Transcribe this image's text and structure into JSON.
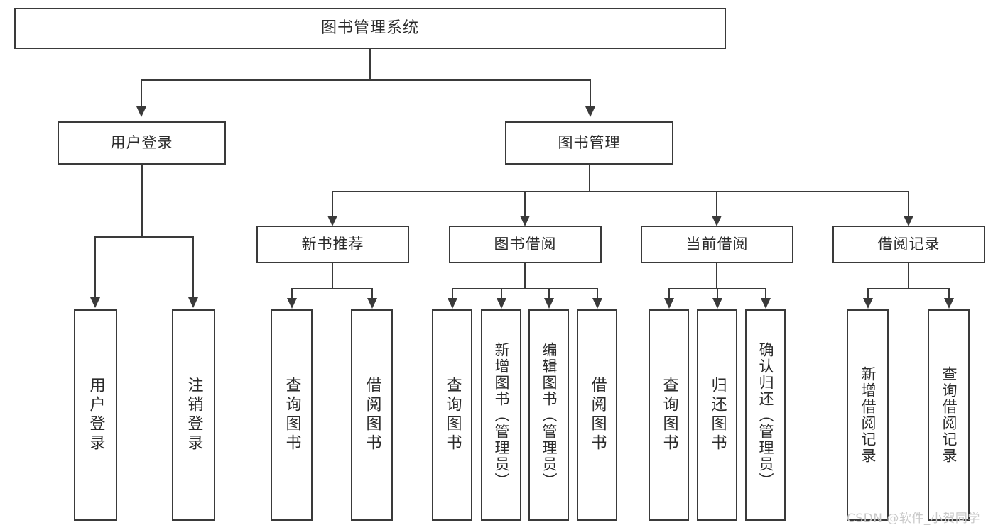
{
  "diagram": {
    "type": "tree",
    "title": "图书管理系统",
    "watermark": "CSDN @软件_小贺同学",
    "colors": {
      "stroke": "#3a3a3a",
      "fill": "#ffffff",
      "text": "#2b2b2b",
      "watermark": "#c9c9c9"
    },
    "nodes": {
      "root": "图书管理系统",
      "level1": {
        "user_login": "用户登录",
        "book_manage": "图书管理"
      },
      "level2": {
        "new_book_recommend": "新书推荐",
        "book_borrow": "图书借阅",
        "current_borrow": "当前借阅",
        "borrow_record": "借阅记录"
      },
      "leaves": {
        "user_login_1": "用户登录",
        "user_login_2": "注销登录",
        "recommend_1": "查询图书",
        "recommend_2": "借阅图书",
        "borrow_1": "查询图书",
        "borrow_2": "新增图书（管理员）",
        "borrow_3": "编辑图书（管理员）",
        "borrow_4": "借阅图书",
        "current_1": "查询图书",
        "current_2": "归还图书",
        "current_3": "确认归还（管理员）",
        "record_1": "新增借阅记录",
        "record_2": "查询借阅记录"
      }
    }
  }
}
